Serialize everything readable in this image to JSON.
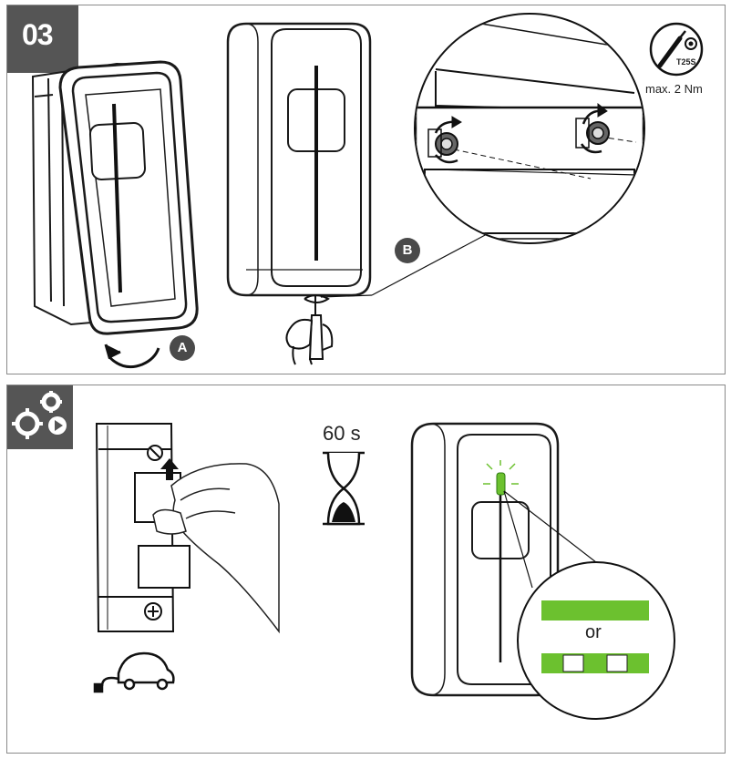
{
  "step_number": "03",
  "labels": {
    "a": "A",
    "b": "B",
    "torque": "max. 2 Nm",
    "bit": "T25S",
    "wait": "60 s",
    "or": "or"
  },
  "icons": [
    "screwdriver-torx-icon",
    "settings-gears-play-icon",
    "hourglass-icon",
    "electric-car-plug-icon",
    "rotate-arrow-icon"
  ],
  "colors": {
    "badge": "#555555",
    "led_green": "#6cc12f",
    "outline": "#1a1a1a",
    "callout_marker": "#4a4a4a"
  }
}
